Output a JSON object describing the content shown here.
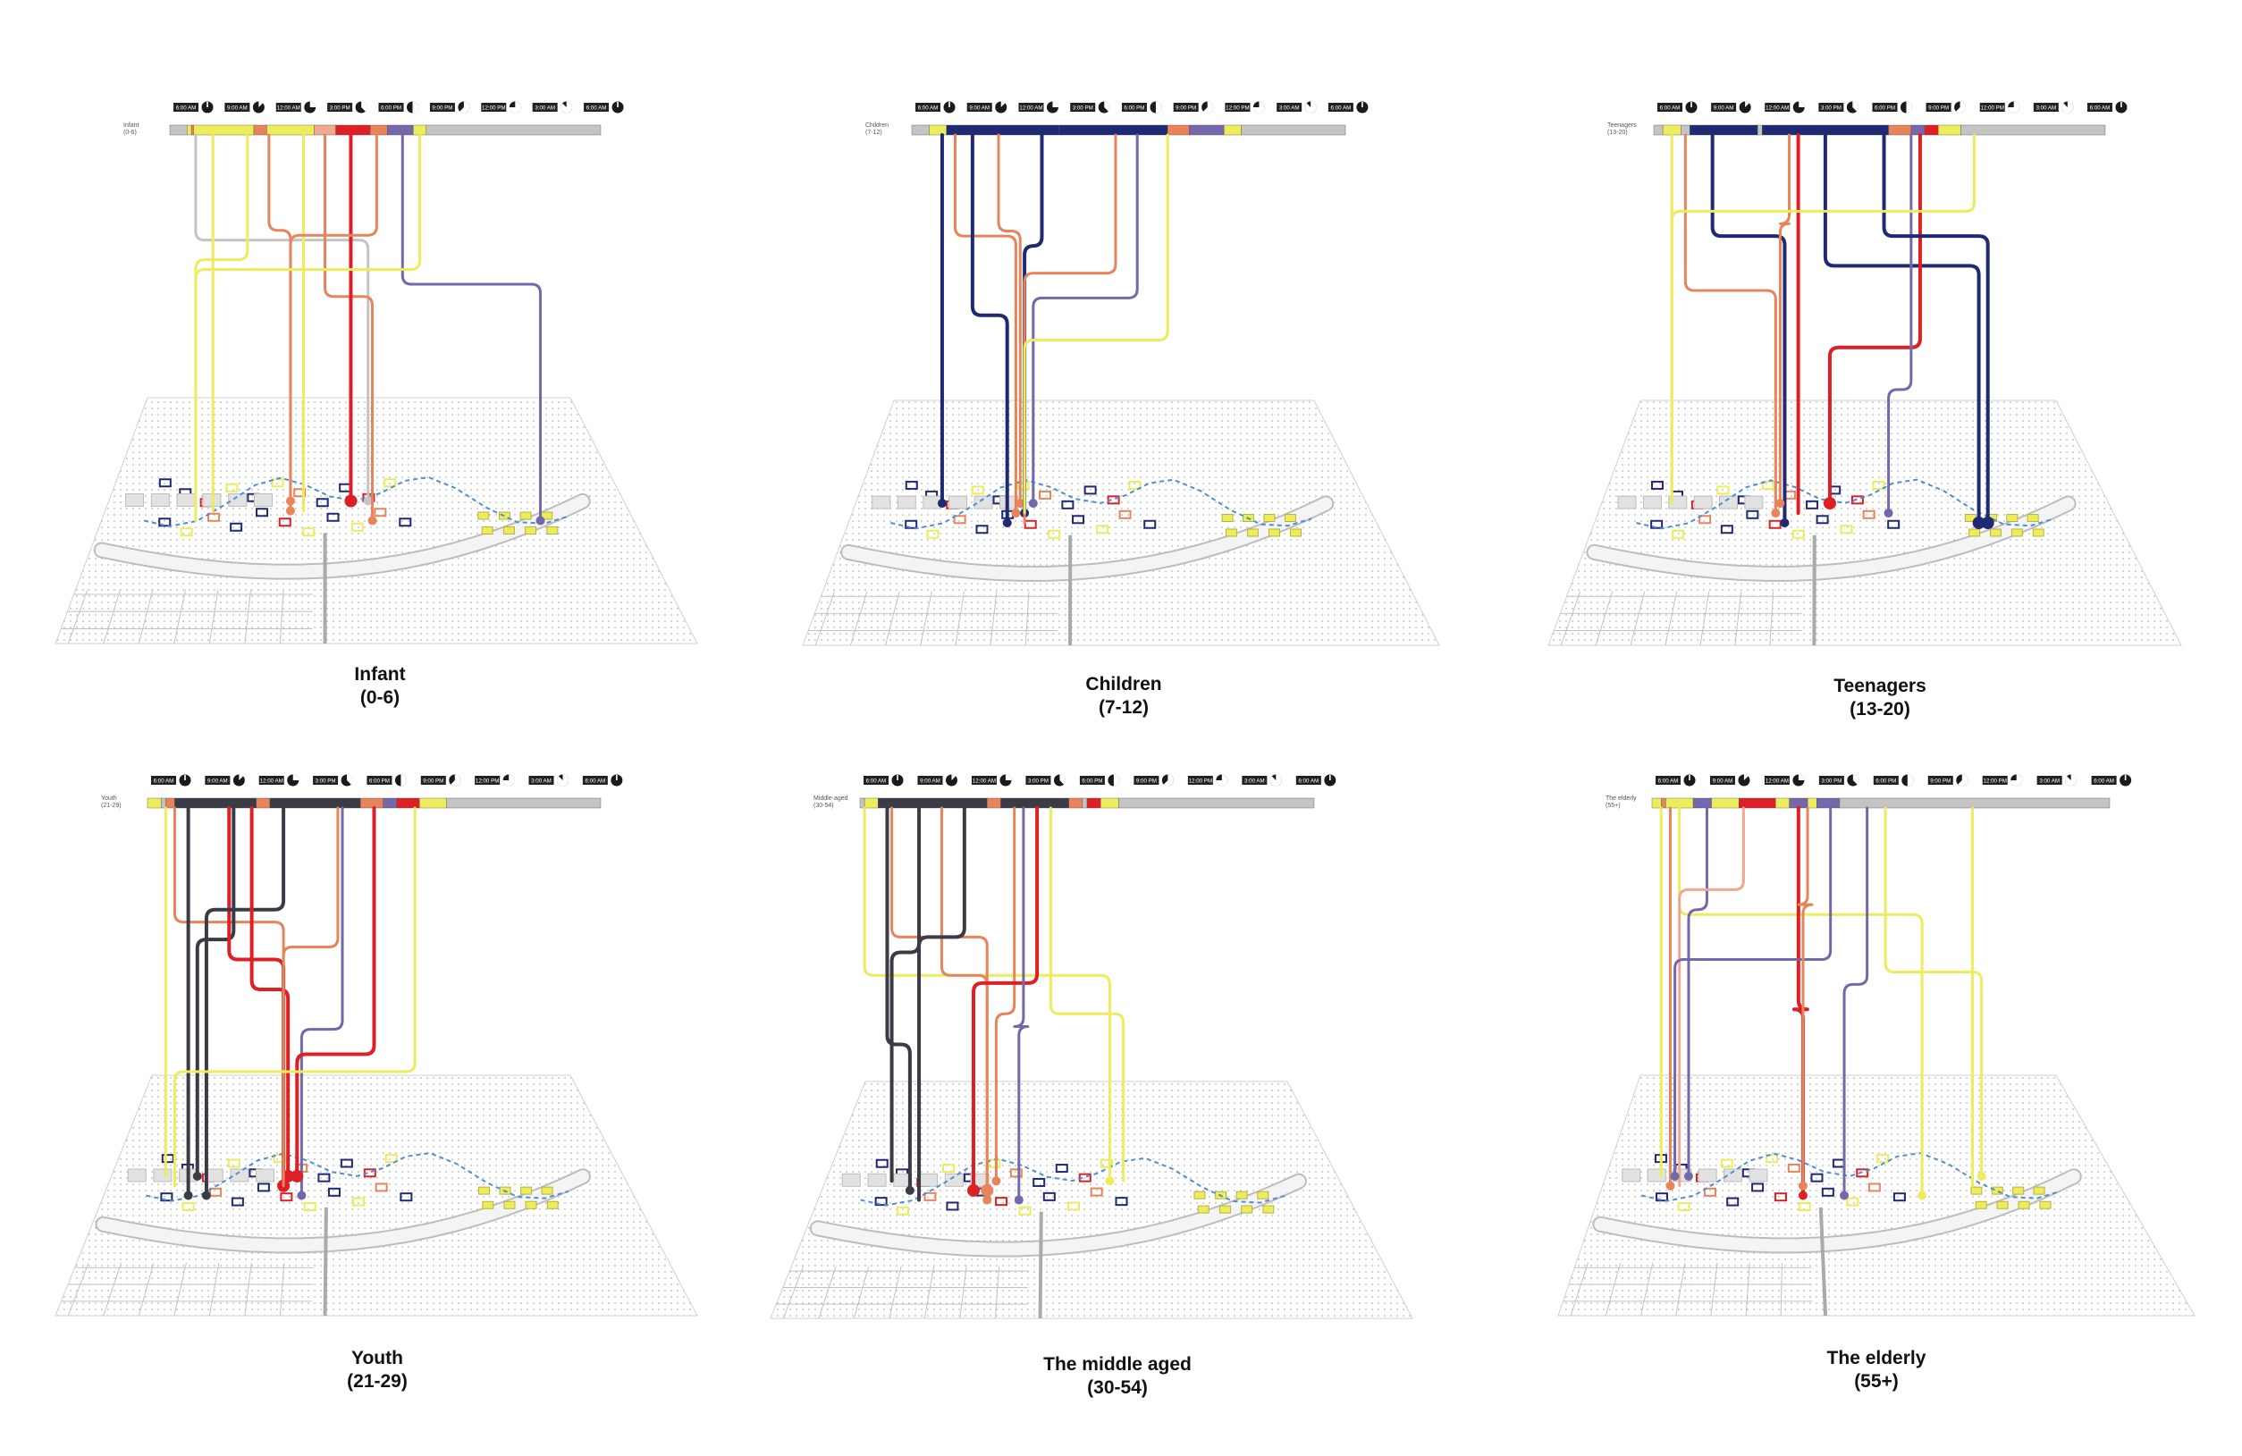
{
  "colors": {
    "grey": "#c4c4c4",
    "yellow": "#ecec5c",
    "orange": "#e8845a",
    "red": "#de1f26",
    "purple": "#7467aa",
    "navy": "#1f2a73",
    "dark": "#3b3b45",
    "pink": "#f0a890",
    "route": "#4d8fd6",
    "map_line": "#9a9a9a"
  },
  "timeline": {
    "times": [
      "6:00 AM",
      "9:00 AM",
      "12:00 AM",
      "3:00 PM",
      "6:00 PM",
      "9:00 PM",
      "12:00 PM",
      "3:00 AM",
      "6:00 AM"
    ]
  },
  "panels": [
    {
      "id": "infant",
      "code": "Infant",
      "code_range": "(0-6)",
      "title": "Infant",
      "range": "(0-6)",
      "bar": [
        [
          "grey",
          0.04
        ],
        [
          "yellow",
          0.01
        ],
        [
          "orange",
          0.005
        ],
        [
          "yellow",
          0.14
        ],
        [
          "orange",
          0.03
        ],
        [
          "yellow",
          0.11
        ],
        [
          "pink",
          0.05
        ],
        [
          "red",
          0.08
        ],
        [
          "orange",
          0.04
        ],
        [
          "purple",
          0.06
        ],
        [
          "yellow",
          0.03
        ],
        [
          "grey",
          0.405
        ]
      ],
      "lines": [
        {
          "c": "grey",
          "x": 0.06,
          "turn": 0.32,
          "tx": 0.46,
          "ex": 0.46,
          "end": "pt"
        },
        {
          "c": "yellow",
          "x": 0.1,
          "turn": 0.34,
          "tx": 0.1,
          "ex": 0.1,
          "end": "none"
        },
        {
          "c": "yellow",
          "x": 0.18,
          "turn": 0.4,
          "tx": 0.06,
          "ex": 0.06,
          "end": "none"
        },
        {
          "c": "orange",
          "x": 0.23,
          "turn": 0.28,
          "tx": 0.28,
          "ex": 0.28,
          "end": "pt"
        },
        {
          "c": "yellow",
          "x": 0.31,
          "turn": 0.7,
          "tx": 0.31,
          "ex": 0.31,
          "end": "none"
        },
        {
          "c": "orange",
          "x": 0.36,
          "turn": 0.55,
          "tx": 0.47,
          "ex": 0.47,
          "end": "pt"
        },
        {
          "c": "red",
          "x": 0.42,
          "turn": 0.9,
          "tx": 0.42,
          "ex": 0.42,
          "end": "big"
        },
        {
          "c": "orange",
          "x": 0.48,
          "turn": 0.3,
          "tx": 0.28,
          "ex": 0.28,
          "end": "pt"
        },
        {
          "c": "purple",
          "x": 0.54,
          "turn": 0.5,
          "tx": 0.86,
          "ex": 0.86,
          "end": "pt"
        },
        {
          "c": "yellow",
          "x": 0.58,
          "turn": 0.44,
          "tx": 0.06,
          "ex": 0.06,
          "end": "none"
        }
      ]
    },
    {
      "id": "children",
      "code": "Children",
      "code_range": "(7-12)",
      "title": "Children",
      "range": "(7-12)",
      "bar": [
        [
          "grey",
          0.04
        ],
        [
          "yellow",
          0.04
        ],
        [
          "navy",
          0.26
        ],
        [
          "navy",
          0.25
        ],
        [
          "orange",
          0.05
        ],
        [
          "purple",
          0.08
        ],
        [
          "yellow",
          0.04
        ],
        [
          "grey",
          0.24
        ]
      ],
      "lines": [
        {
          "c": "navy",
          "x": 0.07,
          "turn": 0.9,
          "tx": 0.07,
          "ex": 0.07,
          "end": "pt"
        },
        {
          "c": "orange",
          "x": 0.1,
          "turn": 0.3,
          "tx": 0.24,
          "ex": 0.24,
          "end": "pt"
        },
        {
          "c": "navy",
          "x": 0.14,
          "turn": 0.62,
          "tx": 0.22,
          "ex": 0.22,
          "end": "pt"
        },
        {
          "c": "orange",
          "x": 0.2,
          "turn": 0.28,
          "tx": 0.25,
          "ex": 0.25,
          "end": "pt"
        },
        {
          "c": "navy",
          "x": 0.3,
          "turn": 0.34,
          "tx": 0.26,
          "ex": 0.26,
          "end": "pt"
        },
        {
          "c": "orange",
          "x": 0.47,
          "turn": 0.45,
          "tx": 0.26,
          "ex": 0.26,
          "end": "none"
        },
        {
          "c": "purple",
          "x": 0.52,
          "turn": 0.55,
          "tx": 0.28,
          "ex": 0.28,
          "end": "pt"
        },
        {
          "c": "yellow",
          "x": 0.59,
          "turn": 0.72,
          "tx": 0.26,
          "ex": 0.26,
          "end": "none"
        }
      ]
    },
    {
      "id": "teenagers",
      "code": "Teenagers",
      "code_range": "(13-20)",
      "title": "Teenagers",
      "range": "(13-20)",
      "bar": [
        [
          "grey",
          0.02
        ],
        [
          "yellow",
          0.04
        ],
        [
          "grey",
          0.02
        ],
        [
          "navy",
          0.15
        ],
        [
          "grey",
          0.01
        ],
        [
          "navy",
          0.28
        ],
        [
          "orange",
          0.05
        ],
        [
          "purple",
          0.03
        ],
        [
          "red",
          0.03
        ],
        [
          "yellow",
          0.05
        ],
        [
          "grey",
          0.32
        ]
      ],
      "lines": [
        {
          "c": "yellow",
          "x": 0.04,
          "turn": 0.2,
          "tx": 0.04,
          "ex": 0.04,
          "end": "none"
        },
        {
          "c": "orange",
          "x": 0.07,
          "turn": 0.52,
          "tx": 0.27,
          "ex": 0.27,
          "end": "pt"
        },
        {
          "c": "navy",
          "x": 0.13,
          "turn": 0.3,
          "tx": 0.29,
          "ex": 0.29,
          "end": "pt"
        },
        {
          "c": "orange",
          "x": 0.3,
          "turn": 0.25,
          "tx": 0.28,
          "ex": 0.28,
          "end": "pt"
        },
        {
          "c": "red",
          "x": 0.32,
          "turn": 0.18,
          "tx": 0.32,
          "ex": 0.32,
          "end": "none"
        },
        {
          "c": "navy",
          "x": 0.38,
          "turn": 0.42,
          "tx": 0.72,
          "ex": 0.72,
          "end": "big"
        },
        {
          "c": "red",
          "x": 0.59,
          "turn": 0.75,
          "tx": 0.39,
          "ex": 0.39,
          "end": "big"
        },
        {
          "c": "purple",
          "x": 0.57,
          "turn": 0.92,
          "tx": 0.52,
          "ex": 0.52,
          "end": "pt"
        },
        {
          "c": "navy",
          "x": 0.51,
          "turn": 0.3,
          "tx": 0.74,
          "ex": 0.74,
          "end": "big"
        },
        {
          "c": "yellow",
          "x": 0.71,
          "turn": 0.2,
          "tx": 0.04,
          "ex": 0.04,
          "end": "none"
        }
      ]
    },
    {
      "id": "youth",
      "code": "Youth",
      "code_range": "(21-29)",
      "title": "Youth",
      "range": "(21-29)",
      "bar": [
        [
          "yellow",
          0.03
        ],
        [
          "grey",
          0.01
        ],
        [
          "orange",
          0.02
        ],
        [
          "dark",
          0.18
        ],
        [
          "orange",
          0.03
        ],
        [
          "dark",
          0.2
        ],
        [
          "orange",
          0.05
        ],
        [
          "purple",
          0.03
        ],
        [
          "red",
          0.05
        ],
        [
          "yellow",
          0.06
        ],
        [
          "grey",
          0.34
        ]
      ],
      "lines": [
        {
          "c": "yellow",
          "x": 0.04,
          "turn": 0.6,
          "tx": 0.04,
          "ex": 0.04,
          "end": "none"
        },
        {
          "c": "orange",
          "x": 0.06,
          "turn": 0.35,
          "tx": 0.3,
          "ex": 0.3,
          "end": "pt"
        },
        {
          "c": "dark",
          "x": 0.09,
          "turn": 0.88,
          "tx": 0.09,
          "ex": 0.09,
          "end": "pt"
        },
        {
          "c": "dark",
          "x": 0.19,
          "turn": 0.42,
          "tx": 0.11,
          "ex": 0.11,
          "end": "pt"
        },
        {
          "c": "red",
          "x": 0.18,
          "turn": 0.5,
          "tx": 0.3,
          "ex": 0.3,
          "end": "big"
        },
        {
          "c": "dark",
          "x": 0.3,
          "turn": 0.3,
          "tx": 0.13,
          "ex": 0.13,
          "end": "pt"
        },
        {
          "c": "red",
          "x": 0.23,
          "turn": 0.62,
          "tx": 0.31,
          "ex": 0.31,
          "end": "big"
        },
        {
          "c": "orange",
          "x": 0.42,
          "turn": 0.45,
          "tx": 0.3,
          "ex": 0.3,
          "end": "none"
        },
        {
          "c": "purple",
          "x": 0.43,
          "turn": 0.78,
          "tx": 0.34,
          "ex": 0.34,
          "end": "pt"
        },
        {
          "c": "red",
          "x": 0.5,
          "turn": 0.88,
          "tx": 0.33,
          "ex": 0.33,
          "end": "big"
        },
        {
          "c": "yellow",
          "x": 0.59,
          "turn": 0.95,
          "tx": 0.06,
          "ex": 0.06,
          "end": "none"
        }
      ]
    },
    {
      "id": "middle",
      "code": "Middle-aged",
      "code_range": "(30-54)",
      "title": "The middle aged",
      "range": "(30-54)",
      "bar": [
        [
          "grey",
          0.01
        ],
        [
          "yellow",
          0.03
        ],
        [
          "dark",
          0.24
        ],
        [
          "orange",
          0.03
        ],
        [
          "dark",
          0.15
        ],
        [
          "orange",
          0.03
        ],
        [
          "grey",
          0.01
        ],
        [
          "red",
          0.03
        ],
        [
          "yellow",
          0.04
        ],
        [
          "grey",
          0.43
        ]
      ],
      "lines": [
        {
          "c": "yellow",
          "x": 0.01,
          "turn": 0.55,
          "tx": 0.55,
          "ex": 0.55,
          "end": "pt"
        },
        {
          "c": "dark",
          "x": 0.06,
          "turn": 0.82,
          "tx": 0.11,
          "ex": 0.11,
          "end": "pt"
        },
        {
          "c": "orange",
          "x": 0.07,
          "turn": 0.4,
          "tx": 0.28,
          "ex": 0.28,
          "end": "pt"
        },
        {
          "c": "dark",
          "x": 0.13,
          "turn": 0.46,
          "tx": 0.07,
          "ex": 0.07,
          "end": "none"
        },
        {
          "c": "orange",
          "x": 0.18,
          "turn": 0.55,
          "tx": 0.28,
          "ex": 0.28,
          "end": "big"
        },
        {
          "c": "dark",
          "x": 0.23,
          "turn": 0.4,
          "tx": 0.13,
          "ex": 0.13,
          "end": "none"
        },
        {
          "c": "orange",
          "x": 0.34,
          "turn": 0.7,
          "tx": 0.3,
          "ex": 0.3,
          "end": "pt"
        },
        {
          "c": "red",
          "x": 0.39,
          "turn": 0.58,
          "tx": 0.25,
          "ex": 0.25,
          "end": "big"
        },
        {
          "c": "purple",
          "x": 0.36,
          "turn": 0.75,
          "tx": 0.35,
          "ex": 0.35,
          "end": "pt"
        },
        {
          "c": "yellow",
          "x": 0.42,
          "turn": 0.7,
          "tx": 0.58,
          "ex": 0.58,
          "end": "none"
        }
      ]
    },
    {
      "id": "elderly",
      "code": "The elderly",
      "code_range": "(55+)",
      "title": "The elderly",
      "range": "(55+)",
      "bar": [
        [
          "yellow",
          0.02
        ],
        [
          "orange",
          0.01
        ],
        [
          "yellow",
          0.06
        ],
        [
          "purple",
          0.04
        ],
        [
          "yellow",
          0.06
        ],
        [
          "red",
          0.08
        ],
        [
          "yellow",
          0.03
        ],
        [
          "purple",
          0.04
        ],
        [
          "yellow",
          0.02
        ],
        [
          "purple",
          0.05
        ],
        [
          "grey",
          0.59
        ]
      ],
      "lines": [
        {
          "c": "yellow",
          "x": 0.02,
          "turn": 0.45,
          "tx": 0.02,
          "ex": 0.02,
          "end": "none"
        },
        {
          "c": "orange",
          "x": 0.04,
          "turn": 0.28,
          "tx": 0.04,
          "ex": 0.04,
          "end": "pt"
        },
        {
          "c": "yellow",
          "x": 0.06,
          "turn": 0.32,
          "tx": 0.59,
          "ex": 0.59,
          "end": "pt"
        },
        {
          "c": "purple",
          "x": 0.12,
          "turn": 0.3,
          "tx": 0.08,
          "ex": 0.08,
          "end": "pt"
        },
        {
          "c": "pink",
          "x": 0.2,
          "turn": 0.22,
          "tx": 0.06,
          "ex": 0.06,
          "end": "none"
        },
        {
          "c": "red",
          "x": 0.32,
          "turn": 0.7,
          "tx": 0.33,
          "ex": 0.33,
          "end": "pt"
        },
        {
          "c": "purple",
          "x": 0.39,
          "turn": 0.5,
          "tx": 0.05,
          "ex": 0.05,
          "end": "pt"
        },
        {
          "c": "orange",
          "x": 0.34,
          "turn": 0.28,
          "tx": 0.33,
          "ex": 0.33,
          "end": "pt"
        },
        {
          "c": "purple",
          "x": 0.47,
          "turn": 0.6,
          "tx": 0.42,
          "ex": 0.42,
          "end": "pt"
        },
        {
          "c": "yellow",
          "x": 0.51,
          "turn": 0.55,
          "tx": 0.72,
          "ex": 0.72,
          "end": "pt"
        },
        {
          "c": "yellow",
          "x": 0.7,
          "turn": 0.35,
          "tx": 0.7,
          "ex": 0.7,
          "end": "none"
        }
      ]
    }
  ]
}
